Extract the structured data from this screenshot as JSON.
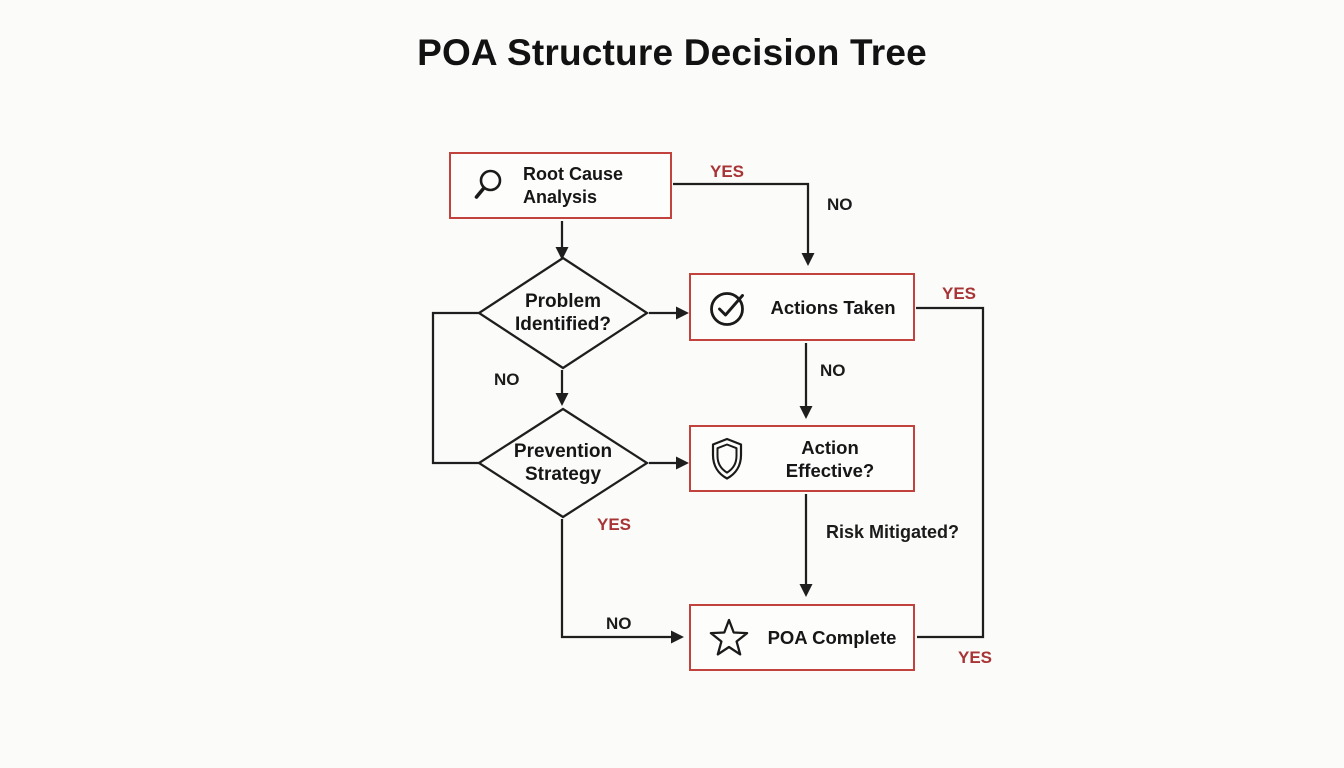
{
  "title": "POA Structure Decision Tree",
  "colors": {
    "box_border": "#c2423e",
    "yes_no_red": "#a83436",
    "line_black": "#1e1e1e",
    "background": "#fbfbf9"
  },
  "nodes": {
    "root_cause": {
      "line1": "Root Cause",
      "line2": "Analysis",
      "icon": "magnifier-icon"
    },
    "problem_identified": {
      "line1": "Problem",
      "line2": "Identified?"
    },
    "actions_taken": {
      "label": "Actions Taken",
      "icon": "check-circle-icon"
    },
    "prevention_strategy": {
      "line1": "Prevention",
      "line2": "Strategy"
    },
    "action_effective": {
      "label": "Action Effective?",
      "icon": "shield-icon"
    },
    "poa_complete": {
      "label": "POA Complete",
      "icon": "star-icon"
    }
  },
  "edge_labels": {
    "root_cause_yes": "YES",
    "root_cause_no": "NO",
    "problem_identified_no": "NO",
    "actions_taken_yes": "YES",
    "actions_taken_no": "NO",
    "prevention_strategy_yes": "YES",
    "prevention_strategy_no": "NO",
    "risk_mitigated": "Risk Mitigated?",
    "poa_complete_yes": "YES"
  }
}
